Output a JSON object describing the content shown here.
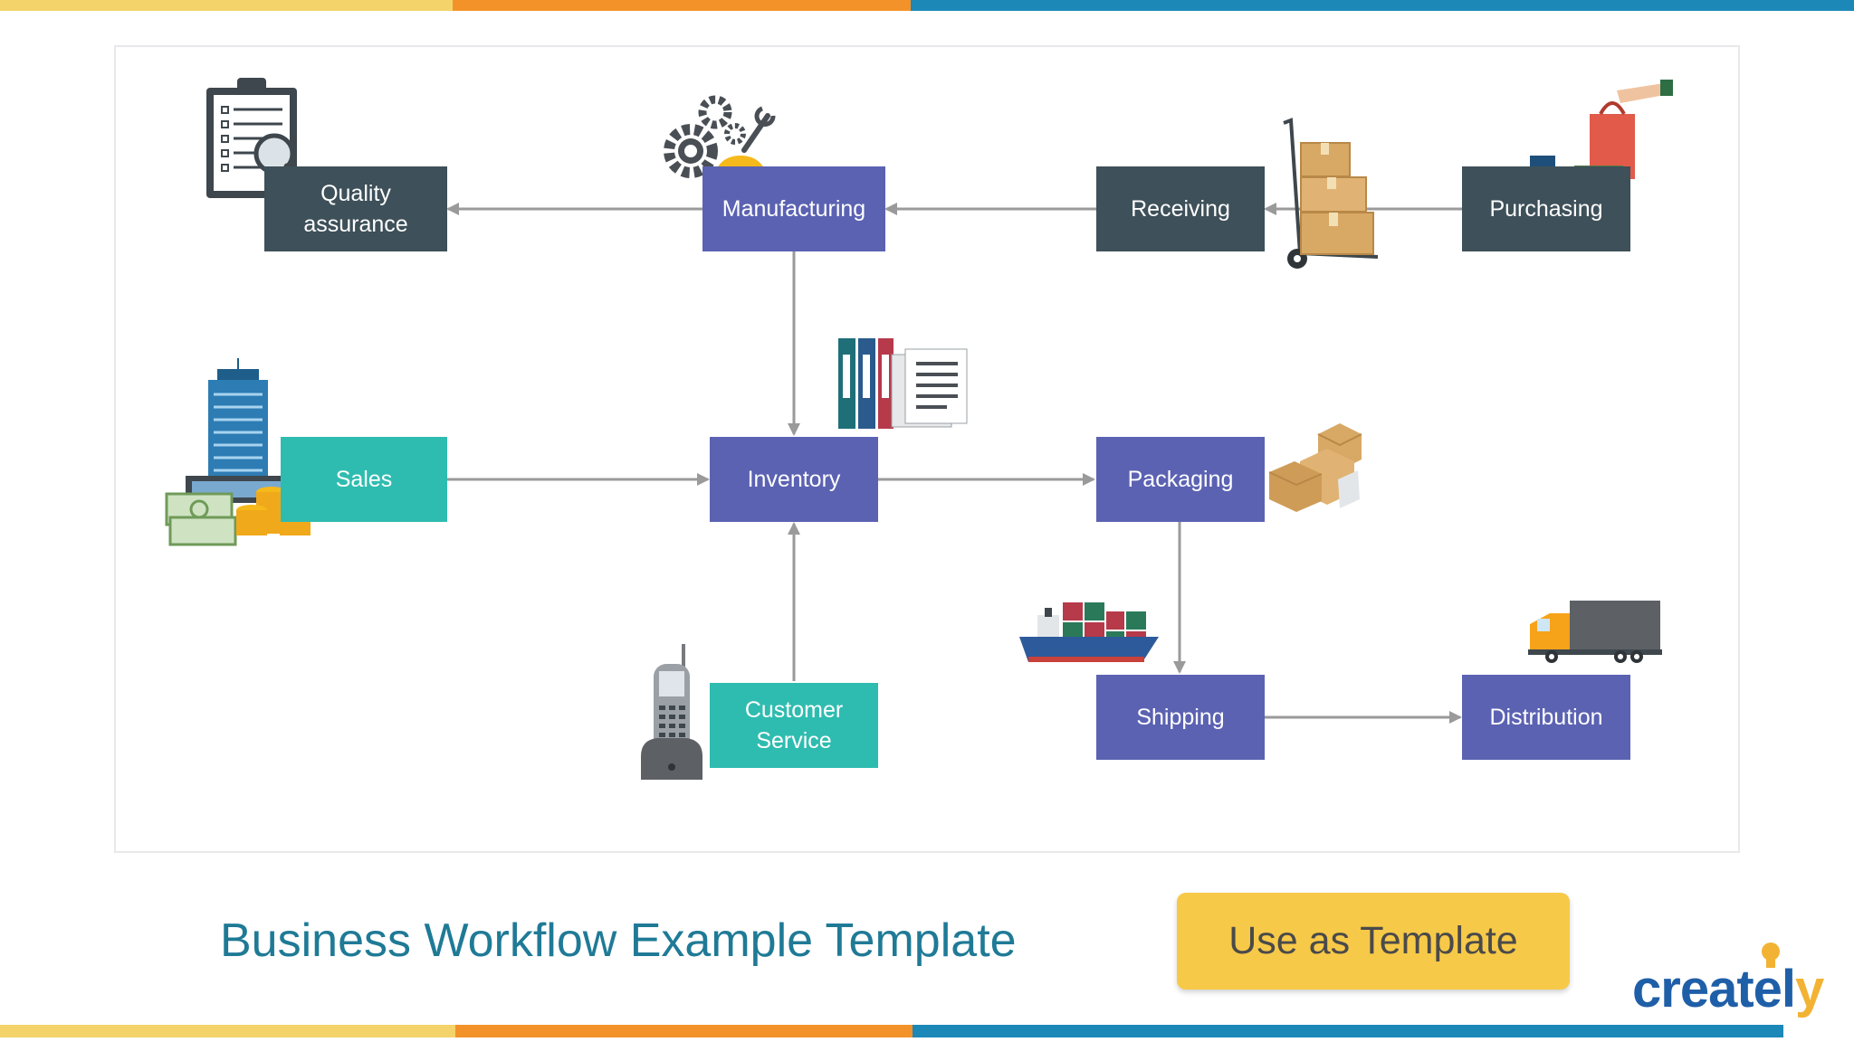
{
  "colors": {
    "stripe": [
      "#f3d36a",
      "#f4922a",
      "#1b88b8"
    ],
    "dark_node": "#3e5059",
    "purple_node": "#5b62b2",
    "teal_node": "#2fbcb0",
    "arrow": "#9a9a9a",
    "title": "#1f7a96",
    "button": "#f7c948",
    "logo": "#1f5fa8",
    "logo_accent": "#f2b233"
  },
  "diagram": {
    "nodes": {
      "quality": {
        "label": "Quality\nassurance"
      },
      "manufacturing": {
        "label": "Manufacturing"
      },
      "receiving": {
        "label": "Receiving"
      },
      "purchasing": {
        "label": "Purchasing"
      },
      "sales": {
        "label": "Sales"
      },
      "inventory": {
        "label": "Inventory"
      },
      "packaging": {
        "label": "Packaging"
      },
      "customer_service": {
        "label": "Customer\nService"
      },
      "shipping": {
        "label": "Shipping"
      },
      "distribution": {
        "label": "Distribution"
      }
    },
    "edges": [
      {
        "from": "Purchasing",
        "to": "Receiving"
      },
      {
        "from": "Receiving",
        "to": "Manufacturing"
      },
      {
        "from": "Manufacturing",
        "to": "Quality assurance"
      },
      {
        "from": "Manufacturing",
        "to": "Inventory"
      },
      {
        "from": "Sales",
        "to": "Inventory"
      },
      {
        "from": "Customer Service",
        "to": "Inventory"
      },
      {
        "from": "Inventory",
        "to": "Packaging"
      },
      {
        "from": "Packaging",
        "to": "Shipping"
      },
      {
        "from": "Shipping",
        "to": "Distribution"
      }
    ],
    "icons": [
      "clipboard-magnifier-icon",
      "gears-hardhat-icon",
      "hand-truck-boxes-icon",
      "shopping-bag-hand-icon",
      "skyscraper-money-icon",
      "binders-documents-icon",
      "stacked-boxes-icon",
      "cargo-ship-icon",
      "delivery-truck-icon",
      "cordless-phone-icon"
    ]
  },
  "footer": {
    "title": "Business Workflow Example Template",
    "cta_label": "Use as Template",
    "logo_text": "createl",
    "logo_accent": "y"
  }
}
